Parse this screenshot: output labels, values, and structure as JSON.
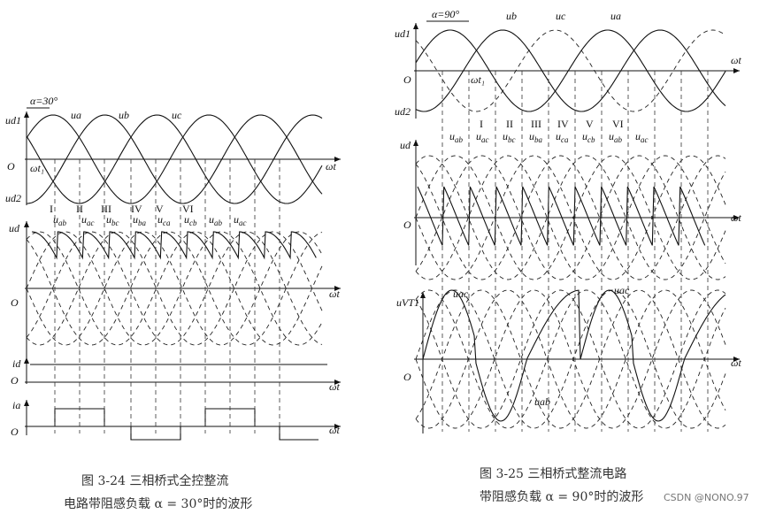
{
  "left_figure": {
    "alpha_label": "α=30°",
    "axis_label": "ωt",
    "origin": "O",
    "wt1": "ωt₁",
    "phase_labels": [
      "ua",
      "ub",
      "uc"
    ],
    "ud1": "ud1",
    "ud2": "ud2",
    "ud": "ud",
    "id": "id",
    "ia": "ia",
    "roman": [
      "I",
      "II",
      "III",
      "IV",
      "V",
      "VI"
    ],
    "line_voltages": [
      "uab",
      "uac",
      "ubc",
      "uba",
      "uca",
      "ucb",
      "uab",
      "uac"
    ],
    "caption_line1": "图 3-24  三相桥式全控整流",
    "caption_line2": "电路带阻感负载 α = 30°时的波形"
  },
  "right_figure": {
    "alpha_label": "α=90°",
    "axis_label": "ωt",
    "origin": "O",
    "wt1": "ωt₁",
    "phase_labels": [
      "ub",
      "uc",
      "ua"
    ],
    "ud1": "ud1",
    "ud2": "ud2",
    "ud": "ud",
    "uvt1": "uVT1",
    "roman": [
      "I",
      "II",
      "III",
      "IV",
      "V",
      "VI"
    ],
    "line_voltages": [
      "uab",
      "uac",
      "ubc",
      "uba",
      "uca",
      "ucb",
      "uab",
      "uac"
    ],
    "uvt_labels": [
      "uac",
      "uac",
      "uab"
    ],
    "caption_line1": "图 3-25  三相桥式整流电路",
    "caption_line2": "带阻感负载 α = 90°时的波形"
  },
  "watermark": "CSDN @NONO.97"
}
